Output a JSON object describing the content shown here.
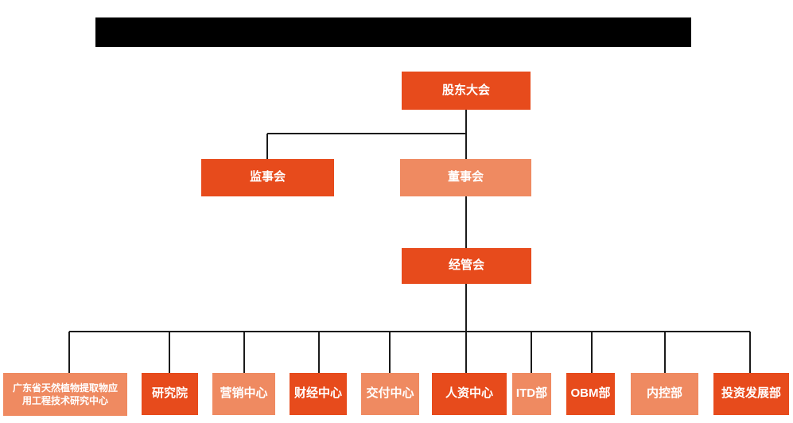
{
  "colors": {
    "node_dark": "#e74b1c",
    "node_light": "#ef8a61",
    "node_text": "#ffffff",
    "connector_line": "#1a1a1a",
    "redacted_bar": "#000000",
    "background": "#ffffff"
  },
  "org": {
    "level1": {
      "label": "股东大会",
      "variant": "dark"
    },
    "level2": [
      {
        "label": "监事会",
        "variant": "dark"
      },
      {
        "label": "董事会",
        "variant": "light"
      }
    ],
    "level3": {
      "label": "经管会",
      "variant": "dark"
    },
    "level4": [
      {
        "label": "广东省天然植物提取物应用工程技术研究中心",
        "variant": "light"
      },
      {
        "label": "研究院",
        "variant": "dark"
      },
      {
        "label": "营销中心",
        "variant": "light"
      },
      {
        "label": "财经中心",
        "variant": "dark"
      },
      {
        "label": "交付中心",
        "variant": "light"
      },
      {
        "label": "人资中心",
        "variant": "dark"
      },
      {
        "label": "ITD部",
        "variant": "light"
      },
      {
        "label": "OBM部",
        "variant": "dark"
      },
      {
        "label": "内控部",
        "variant": "light"
      },
      {
        "label": "投资发展部",
        "variant": "dark"
      }
    ]
  }
}
